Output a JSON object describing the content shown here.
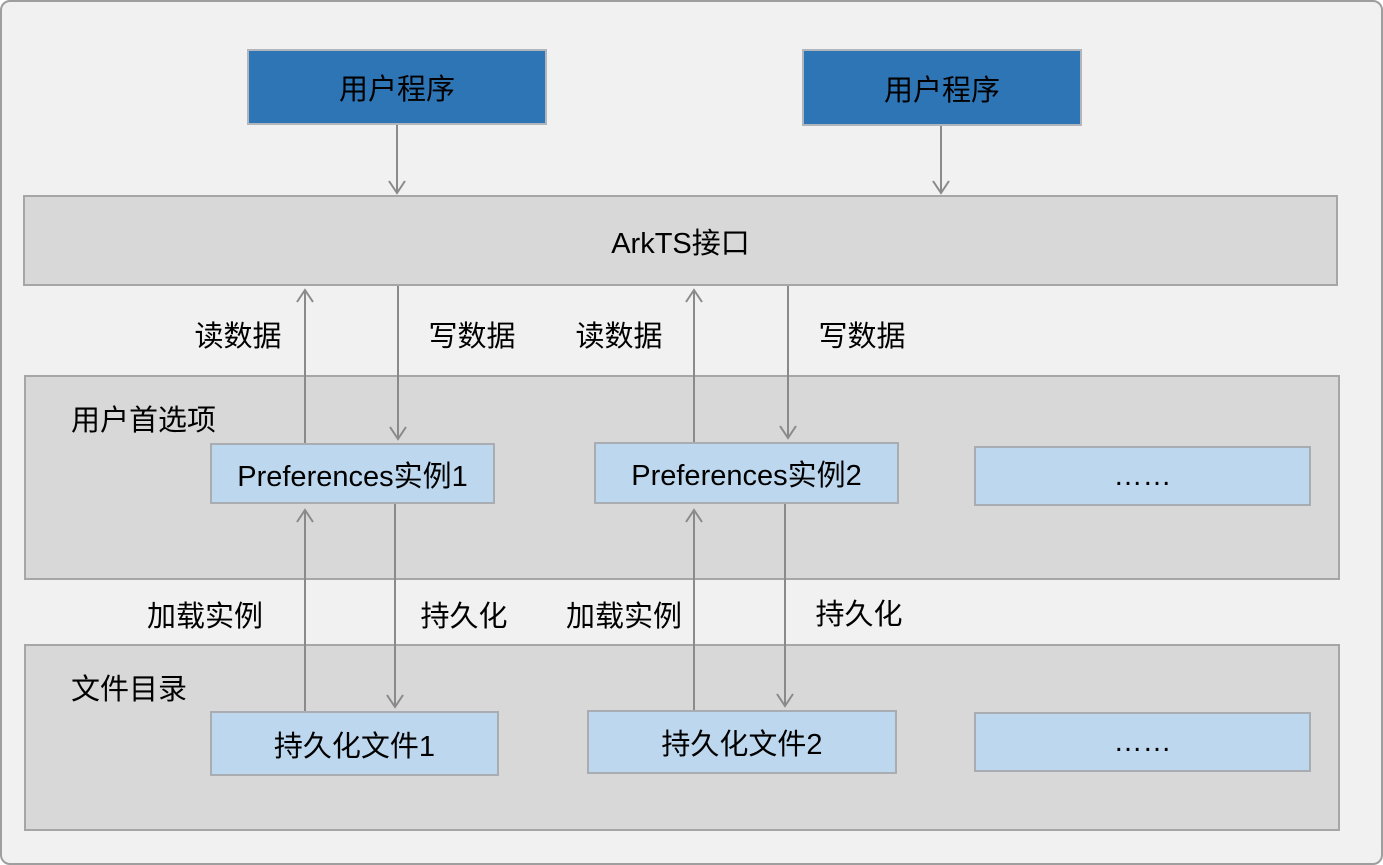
{
  "diagram": {
    "title_semantics": "Preferences architecture diagram",
    "app_boxes": [
      {
        "label": "用户程序"
      },
      {
        "label": "用户程序"
      }
    ],
    "arkts_bar": {
      "label": "ArkTS接口"
    },
    "top_flow_labels": [
      {
        "label": "读数据"
      },
      {
        "label": "写数据"
      },
      {
        "label": "读数据"
      },
      {
        "label": "写数据"
      }
    ],
    "preferences_region": {
      "label": "用户首选项",
      "boxes": [
        {
          "label": "Preferences实例1"
        },
        {
          "label": "Preferences实例2"
        },
        {
          "label": "……"
        }
      ]
    },
    "bottom_flow_labels": [
      {
        "label": "加载实例"
      },
      {
        "label": "持久化"
      },
      {
        "label": "加载实例"
      },
      {
        "label": "持久化"
      }
    ],
    "files_region": {
      "label": "文件目录",
      "boxes": [
        {
          "label": "持久化文件1"
        },
        {
          "label": "持久化文件2"
        },
        {
          "label": "……"
        }
      ]
    },
    "colors": {
      "app_box_fill": "#2e75b6",
      "region_fill": "#d8d8d8",
      "item_box_fill": "#bdd7ee",
      "arrow": "#8a8a8a",
      "page_background": "#f1f1f1",
      "border": "#a6a6a6"
    }
  }
}
